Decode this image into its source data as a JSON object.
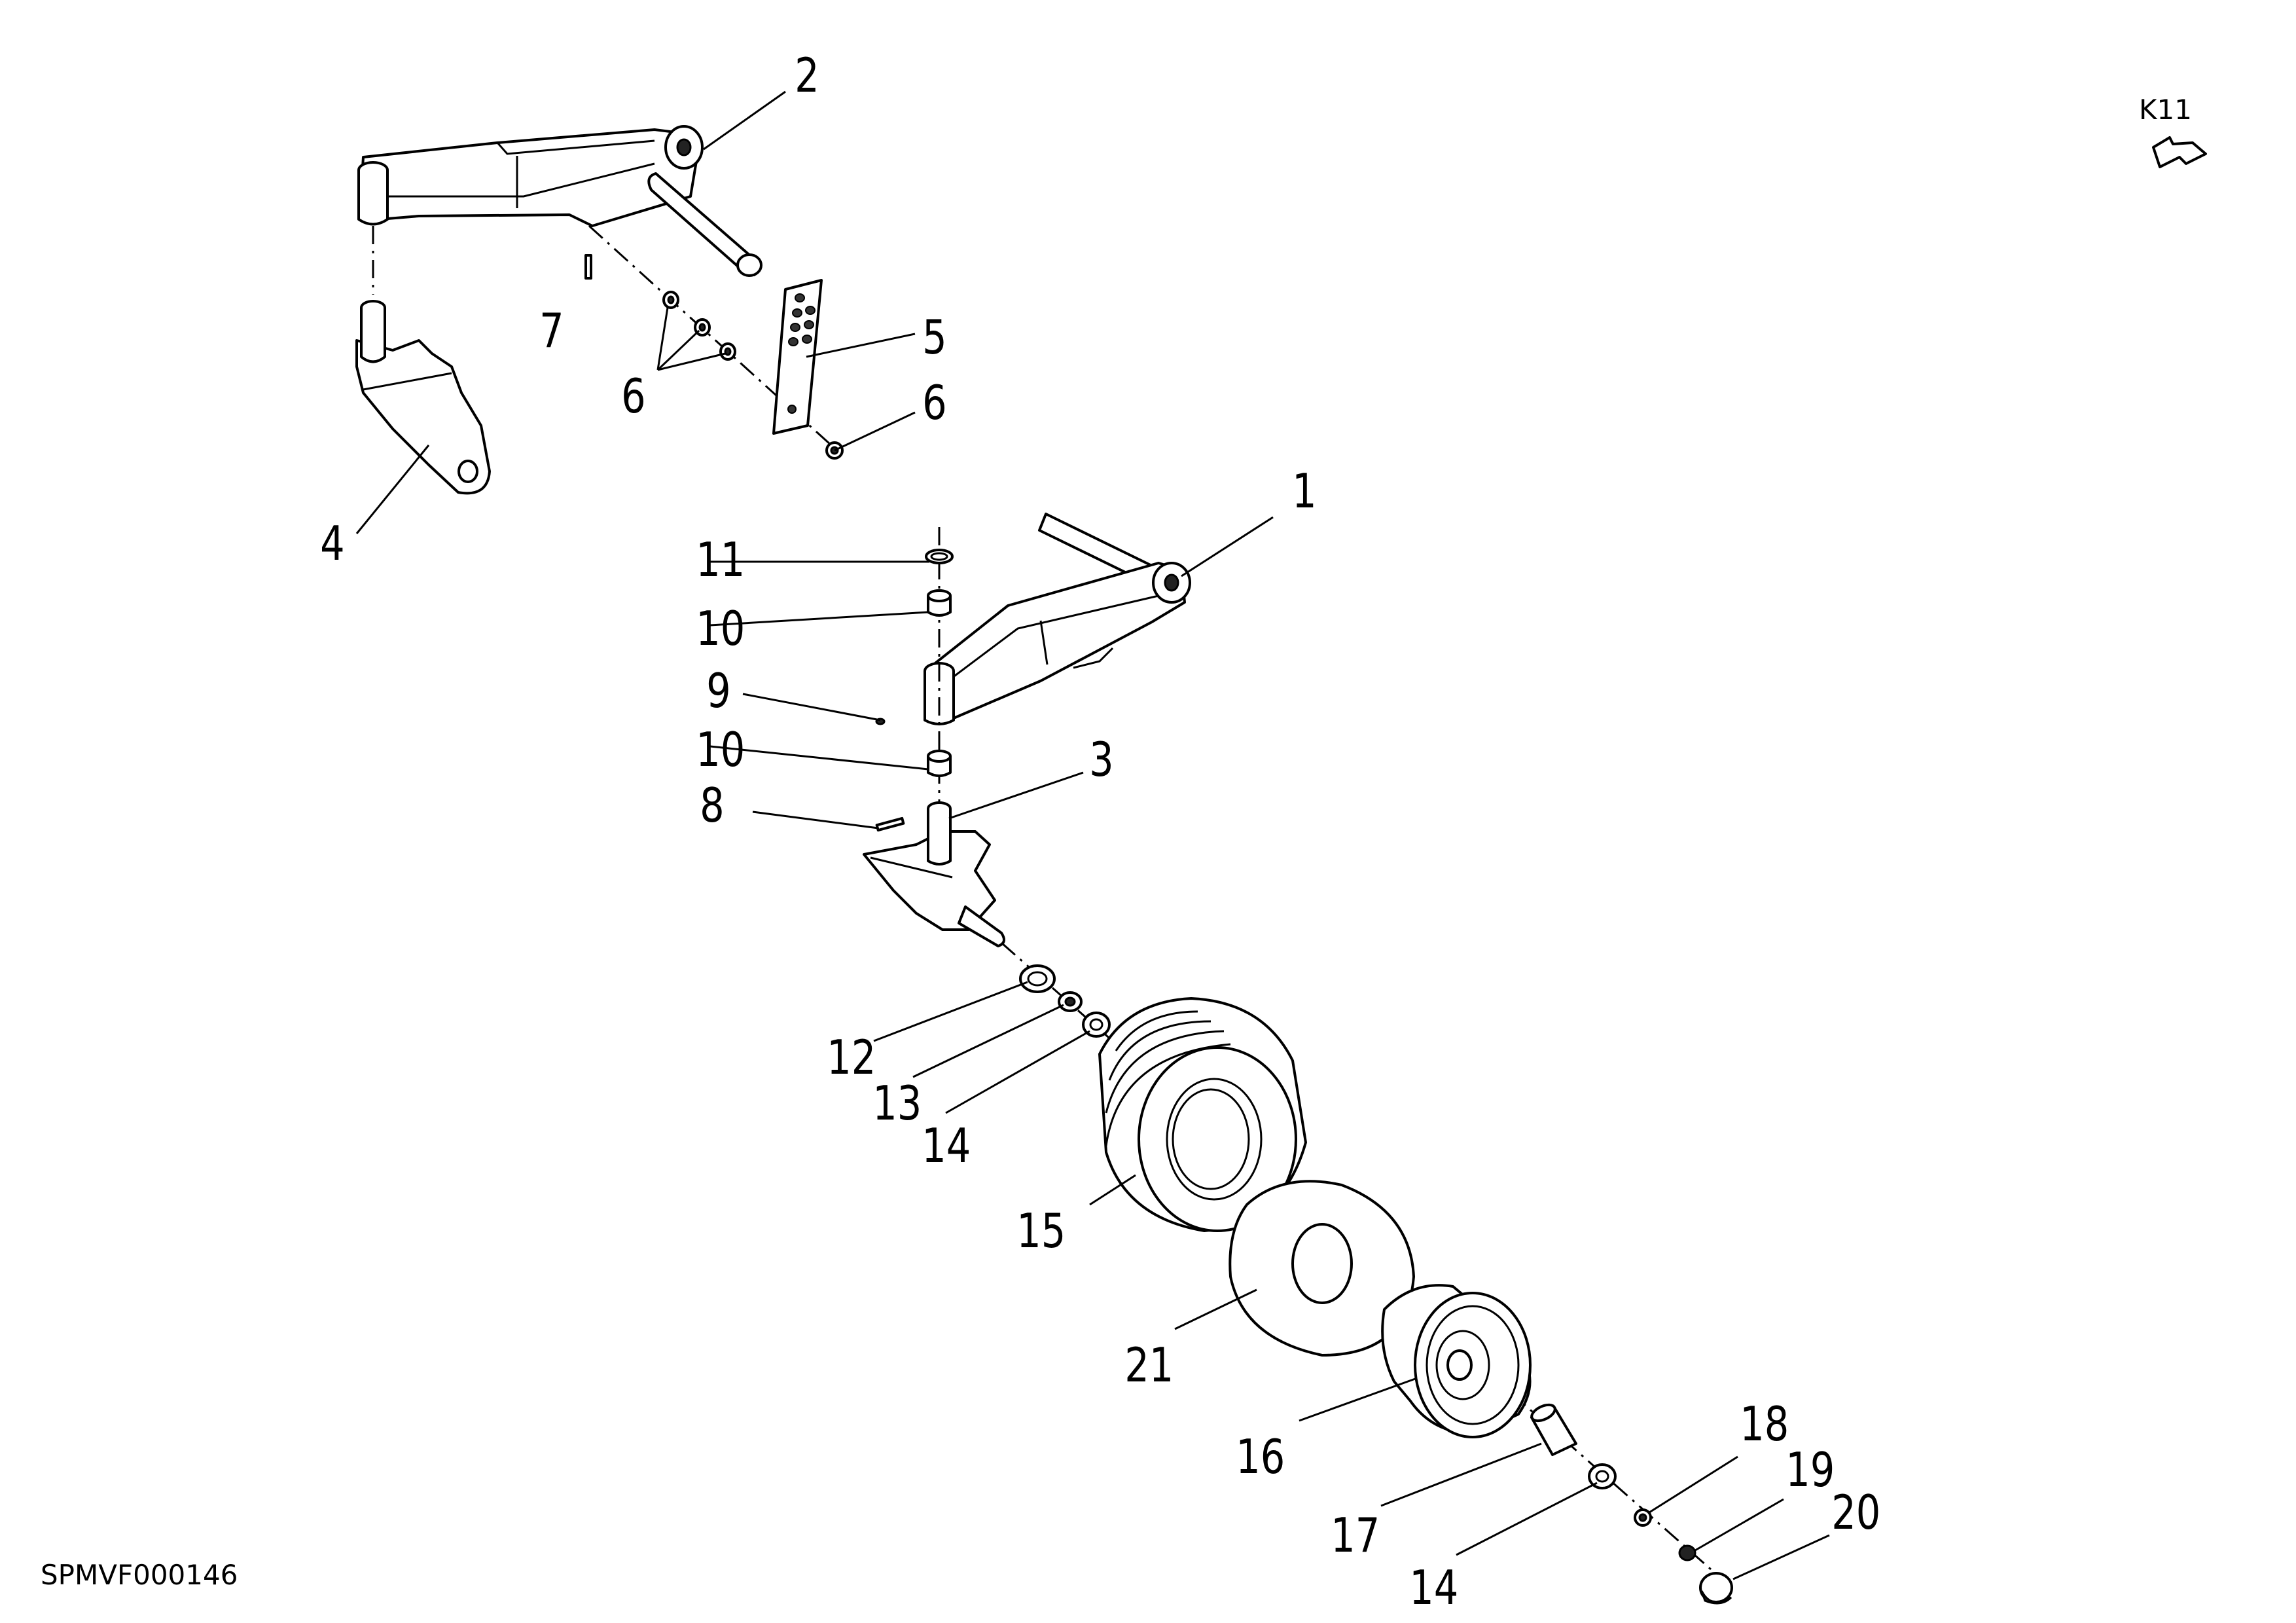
{
  "labels": {
    "p1": "1",
    "p2": "2",
    "p3": "3",
    "p4": "4",
    "p5": "5",
    "p6a": "6",
    "p6b": "6",
    "p7": "7",
    "p8": "8",
    "p9": "9",
    "p10a": "10",
    "p10b": "10",
    "p11": "11",
    "p12": "12",
    "p13": "13",
    "p14a": "14",
    "p14b": "14",
    "p15": "15",
    "p16": "16",
    "p17": "17",
    "p18": "18",
    "p19": "19",
    "p20": "20",
    "p21": "21"
  },
  "section_ref": "K11",
  "drawing_id": "SPMVF000146"
}
